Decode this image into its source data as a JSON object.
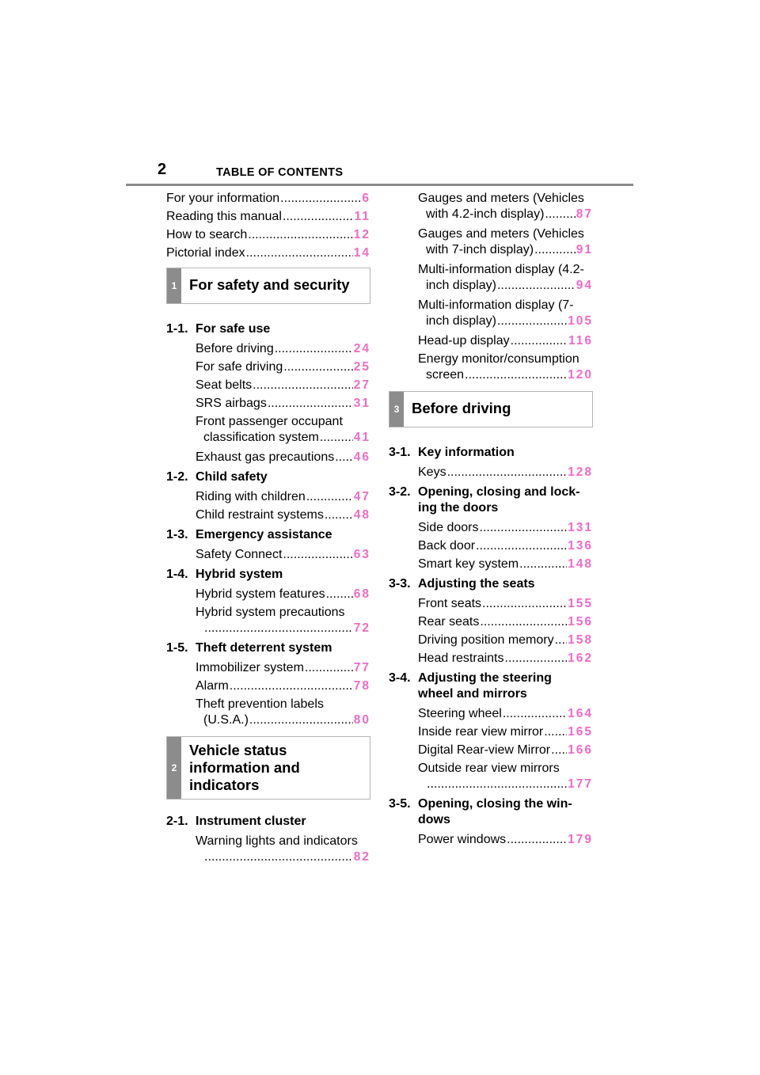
{
  "header": {
    "page_number": "2",
    "title": "TABLE OF CONTENTS"
  },
  "left": {
    "top_entries": [
      {
        "title": "For your information",
        "page": "6"
      },
      {
        "title": "Reading this manual",
        "page": "11"
      },
      {
        "title": "How to search",
        "page": "12"
      },
      {
        "title": "Pictorial index",
        "page": "14"
      }
    ],
    "chapter1": {
      "number": "1",
      "title": "For safety and security"
    },
    "s1_1": {
      "number": "1-1.",
      "title": "For safe use",
      "items": [
        {
          "title": "Before driving",
          "page": "24"
        },
        {
          "title": "For safe driving",
          "page": "25"
        },
        {
          "title": "Seat belts",
          "page": "27"
        },
        {
          "title": "SRS airbags",
          "page": "31"
        }
      ],
      "passenger": {
        "line1": "Front passenger occupant",
        "line2": "classification system",
        "page": "41"
      },
      "exhaust": {
        "title": "Exhaust gas precautions",
        "page": "46"
      }
    },
    "s1_2": {
      "number": "1-2.",
      "title": "Child safety",
      "items": [
        {
          "title": "Riding with children",
          "page": "47"
        },
        {
          "title": "Child restraint systems",
          "page": "48"
        }
      ]
    },
    "s1_3": {
      "number": "1-3.",
      "title": "Emergency assistance",
      "items": [
        {
          "title": "Safety Connect",
          "page": "63"
        }
      ]
    },
    "s1_4": {
      "number": "1-4.",
      "title": "Hybrid system",
      "items": [
        {
          "title": "Hybrid system features",
          "page": "68"
        }
      ],
      "precautions": {
        "line1": "Hybrid system precautions",
        "line2": "",
        "page": "72"
      }
    },
    "s1_5": {
      "number": "1-5.",
      "title": "Theft deterrent system",
      "items": [
        {
          "title": "Immobilizer system",
          "page": "77"
        },
        {
          "title": "Alarm",
          "page": "78"
        }
      ],
      "labels": {
        "line1": "Theft prevention labels",
        "line2": "(U.S.A.)",
        "page": "80"
      }
    },
    "chapter2": {
      "number": "2",
      "title_l1": "Vehicle status",
      "title_l2": "information and",
      "title_l3": "indicators"
    },
    "s2_1": {
      "number": "2-1.",
      "title": "Instrument cluster",
      "warning": {
        "line1": "Warning lights and indicators",
        "line2": "",
        "page": "82"
      }
    }
  },
  "right": {
    "gauges42": {
      "line1": "Gauges and meters (Vehicles",
      "line2": "with 4.2-inch display)",
      "page": "87"
    },
    "gauges7": {
      "line1": "Gauges and meters (Vehicles",
      "line2": "with 7-inch display)",
      "page": "91"
    },
    "mid42": {
      "line1": "Multi-information display (4.2-",
      "line2": "inch display)",
      "page": "94"
    },
    "mid7": {
      "line1": "Multi-information display (7-",
      "line2": "inch display)",
      "page": "105"
    },
    "hud": {
      "title": "Head-up display",
      "page": "116"
    },
    "energy": {
      "line1": "Energy monitor/consumption",
      "line2": "screen",
      "page": "120"
    },
    "chapter3": {
      "number": "3",
      "title": "Before driving"
    },
    "s3_1": {
      "number": "3-1.",
      "title": "Key information",
      "items": [
        {
          "title": "Keys",
          "page": "128"
        }
      ]
    },
    "s3_2": {
      "number": "3-2.",
      "title_l1": "Opening, closing and lock-",
      "title_l2": "ing the doors",
      "items": [
        {
          "title": "Side doors",
          "page": "131"
        },
        {
          "title": "Back door",
          "page": "136"
        },
        {
          "title": "Smart key system",
          "page": "148"
        }
      ]
    },
    "s3_3": {
      "number": "3-3.",
      "title": "Adjusting the seats",
      "items": [
        {
          "title": "Front seats",
          "page": "155"
        },
        {
          "title": "Rear seats",
          "page": "156"
        },
        {
          "title": "Driving position memory",
          "page": "158"
        },
        {
          "title": "Head restraints",
          "page": "162"
        }
      ]
    },
    "s3_4": {
      "number": "3-4.",
      "title_l1": "Adjusting the steering",
      "title_l2": "wheel and mirrors",
      "items": [
        {
          "title": "Steering wheel",
          "page": "164"
        },
        {
          "title": "Inside rear view mirror",
          "page": "165"
        },
        {
          "title": "Digital Rear-view Mirror",
          "page": "166"
        }
      ],
      "outside": {
        "line1": "Outside rear view mirrors",
        "line2": "",
        "page": "177"
      }
    },
    "s3_5": {
      "number": "3-5.",
      "title_l1": "Opening, closing the win-",
      "title_l2": "dows",
      "items": [
        {
          "title": "Power windows",
          "page": "179"
        }
      ]
    }
  }
}
